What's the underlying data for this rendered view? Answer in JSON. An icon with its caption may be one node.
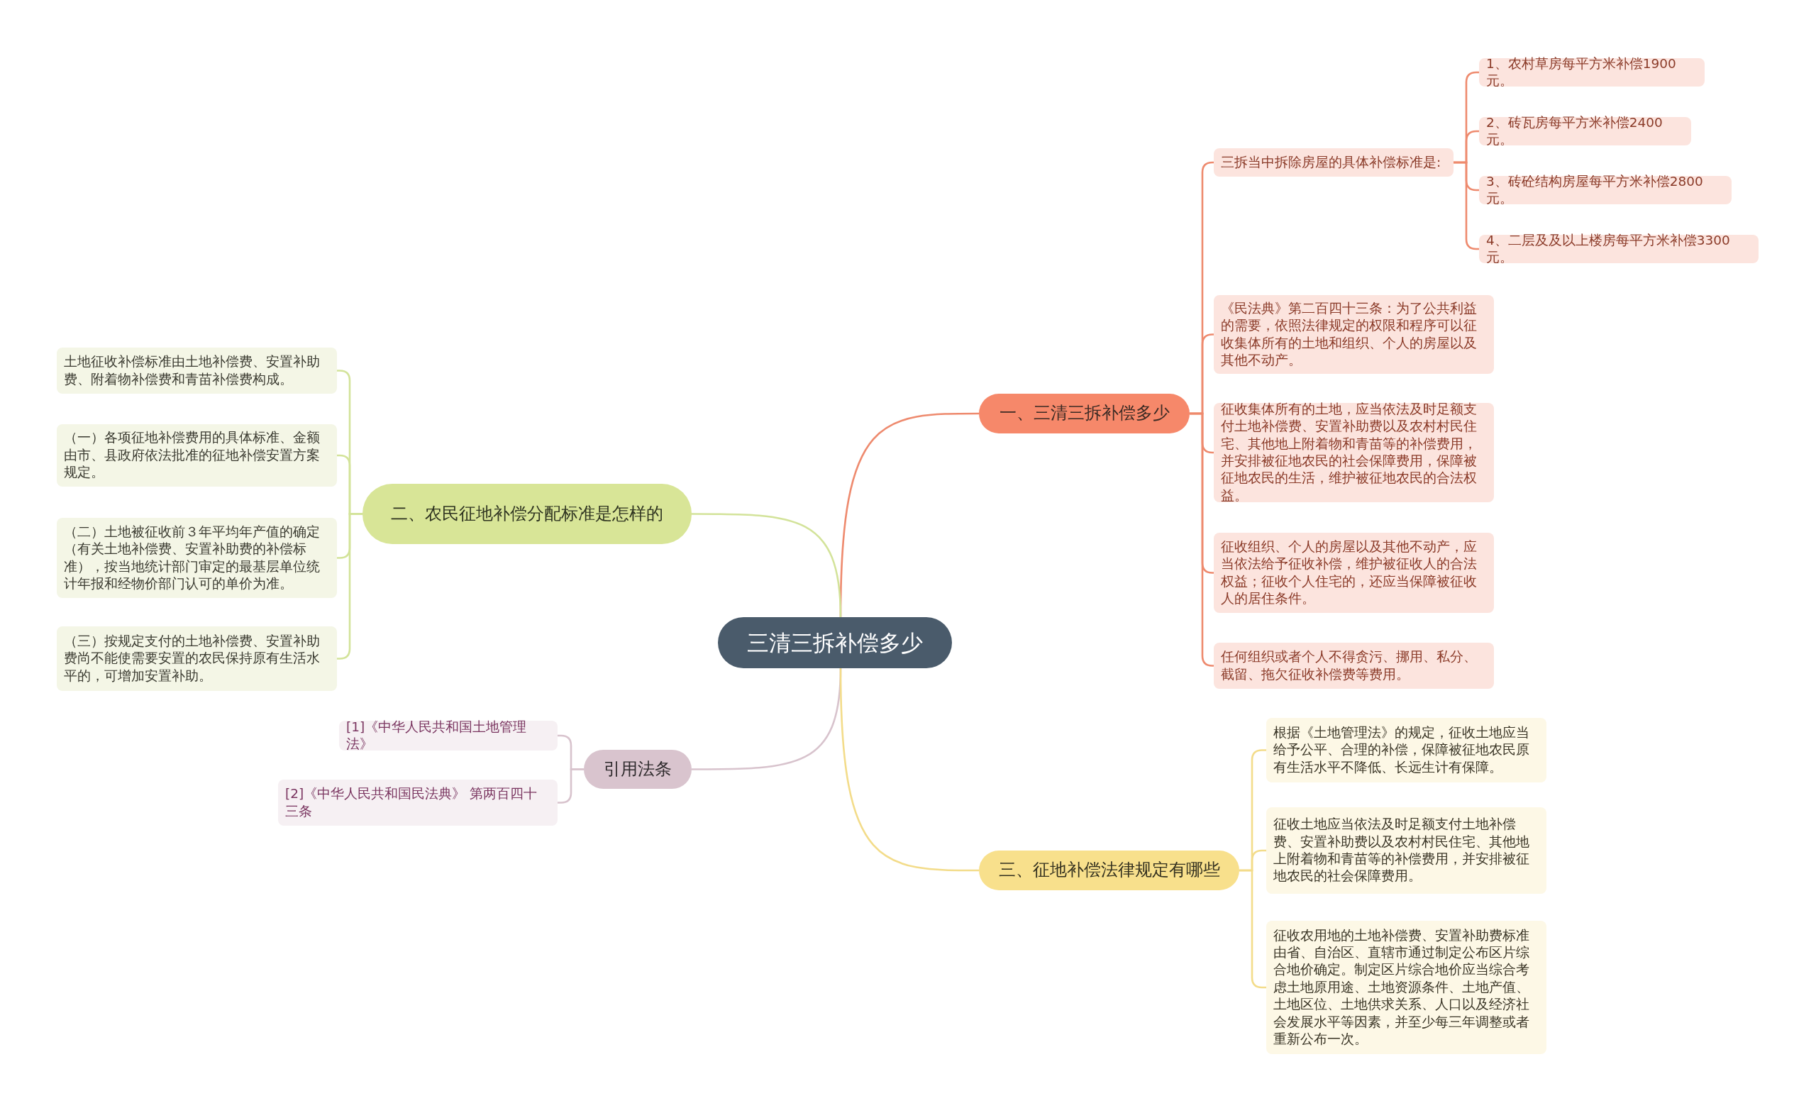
{
  "diagram": {
    "nodes": [
      {
        "text": [
          "三清三拆补偿多少"
        ]
      },
      {
        "text": [
          "一、三清三拆补偿多少"
        ]
      },
      {
        "text": [
          "三拆当中拆除房屋的具体补偿标准是:"
        ]
      },
      {
        "text": [
          "1、农村草房每平方米补偿1900元。"
        ]
      },
      {
        "text": [
          "2、砖瓦房每平方米补偿2400元。"
        ]
      },
      {
        "text": [
          "3、砖砼结构房屋每平方米补偿2800元。"
        ]
      },
      {
        "text": [
          "4、二层及及以上楼房每平方米补偿3300元。"
        ]
      },
      {
        "text": [
          "《民法典》第二百四十三条：为了公共利益的需要，依照法律规定的权限和程序可以征收集体所有的土地和组织、个人的房屋以及其他不动产。"
        ]
      },
      {
        "text": [
          "征收集体所有的土地，应当依法及时足额支付土地补偿费、安置补助费以及农村村民住宅、其他地上附着物和青苗等的补偿费用，并安排被征地农民的社会保障费用，保障被征地农民的生活，维护被征地农民的合法权益。"
        ]
      },
      {
        "text": [
          "征收组织、个人的房屋以及其他不动产，应当依法给予征收补偿，维护被征收人的合法权益；征收个人住宅的，还应当保障被征收人的居住条件。"
        ]
      },
      {
        "text": [
          "任何组织或者个人不得贪污、挪用、私分、截留、拖欠征收补偿费等费用。"
        ]
      },
      {
        "text": [
          "二、农民征地补偿分配标准是怎样的"
        ]
      },
      {
        "text": [
          "土地征收补偿标准由土地补偿费、安置补助费、附着物补偿费和青苗补偿费构成。"
        ]
      },
      {
        "text": [
          "（一）各项征地补偿费用的具体标准、金额由市、县政府依法批准的征地补偿安置方案规定。"
        ]
      },
      {
        "text": [
          "（二）土地被征收前３年平均年产值的确定（有关土地补偿费、安置补助费的补偿标准），按当地统计部门审定的最基层单位统计年报和经物价部门认可的单价为准。"
        ]
      },
      {
        "text": [
          "（三）按规定支付的土地补偿费、安置补助费尚不能使需要安置的农民保持原有生活水平的，可增加安置补助。"
        ]
      },
      {
        "text": [
          "引用法条"
        ]
      },
      {
        "text": [
          "[1]《中华人民共和国土地管理法》"
        ]
      },
      {
        "text": [
          "[2]《中华人民共和国民法典》 第两百四十三条"
        ]
      },
      {
        "text": [
          "三、征地补偿法律规定有哪些"
        ]
      },
      {
        "text": [
          "根据《土地管理法》的规定，征收土地应当给予公平、合理的补偿，保障被征地农民原有生活水平不降低、长远生计有保障。"
        ]
      },
      {
        "text": [
          "征收土地应当依法及时足额支付土地补偿费、安置补助费以及农村村民住宅、其他地上附着物和青苗等的补偿费用，并安排被征地农民的社会保障费用。"
        ]
      },
      {
        "text": [
          "征收农用地的土地补偿费、安置补助费标准由省、自治区、直辖市通过制定公布区片综合地价确定。制定区片综合地价应当综合考虑土地原用途、土地资源条件、土地产值、土地区位、土地供求关系、人口以及经济社会发展水平等因素，并至少每三年调整或者重新公布一次。"
        ]
      }
    ],
    "edges": [
      {
        "from": 0,
        "to": 1,
        "arrow": "none",
        "color": "#ee8a6e"
      },
      {
        "from": 1,
        "to": 2,
        "arrow": "none",
        "color": "#ee8a6e"
      },
      {
        "from": 2,
        "to": 3,
        "arrow": "none",
        "color": "#ee8a6e"
      },
      {
        "from": 2,
        "to": 4,
        "arrow": "none",
        "color": "#ee8a6e"
      },
      {
        "from": 2,
        "to": 5,
        "arrow": "none",
        "color": "#ee8a6e"
      },
      {
        "from": 2,
        "to": 6,
        "arrow": "none",
        "color": "#ee8a6e"
      },
      {
        "from": 1,
        "to": 7,
        "arrow": "none",
        "color": "#ee8a6e"
      },
      {
        "from": 1,
        "to": 8,
        "arrow": "none",
        "color": "#ee8a6e"
      },
      {
        "from": 1,
        "to": 9,
        "arrow": "none",
        "color": "#ee8a6e"
      },
      {
        "from": 1,
        "to": 10,
        "arrow": "none",
        "color": "#ee8a6e"
      },
      {
        "from": 0,
        "to": 11,
        "arrow": "none",
        "color": "#d3e39a"
      },
      {
        "from": 11,
        "to": 12,
        "arrow": "none",
        "color": "#d3e39a"
      },
      {
        "from": 11,
        "to": 13,
        "arrow": "none",
        "color": "#d3e39a"
      },
      {
        "from": 11,
        "to": 14,
        "arrow": "none",
        "color": "#d3e39a"
      },
      {
        "from": 11,
        "to": 15,
        "arrow": "none",
        "color": "#d3e39a"
      },
      {
        "from": 0,
        "to": 16,
        "arrow": "none",
        "color": "#d8c3cd"
      },
      {
        "from": 16,
        "to": 17,
        "arrow": "none",
        "color": "#d8c3cd"
      },
      {
        "from": 16,
        "to": 18,
        "arrow": "none",
        "color": "#d8c3cd"
      },
      {
        "from": 0,
        "to": 19,
        "arrow": "none",
        "color": "#f3dc8a"
      },
      {
        "from": 19,
        "to": 20,
        "arrow": "none",
        "color": "#f3dc8a"
      },
      {
        "from": 19,
        "to": 21,
        "arrow": "none",
        "color": "#f3dc8a"
      },
      {
        "from": 19,
        "to": 22,
        "arrow": "none",
        "color": "#f3dc8a"
      }
    ]
  }
}
